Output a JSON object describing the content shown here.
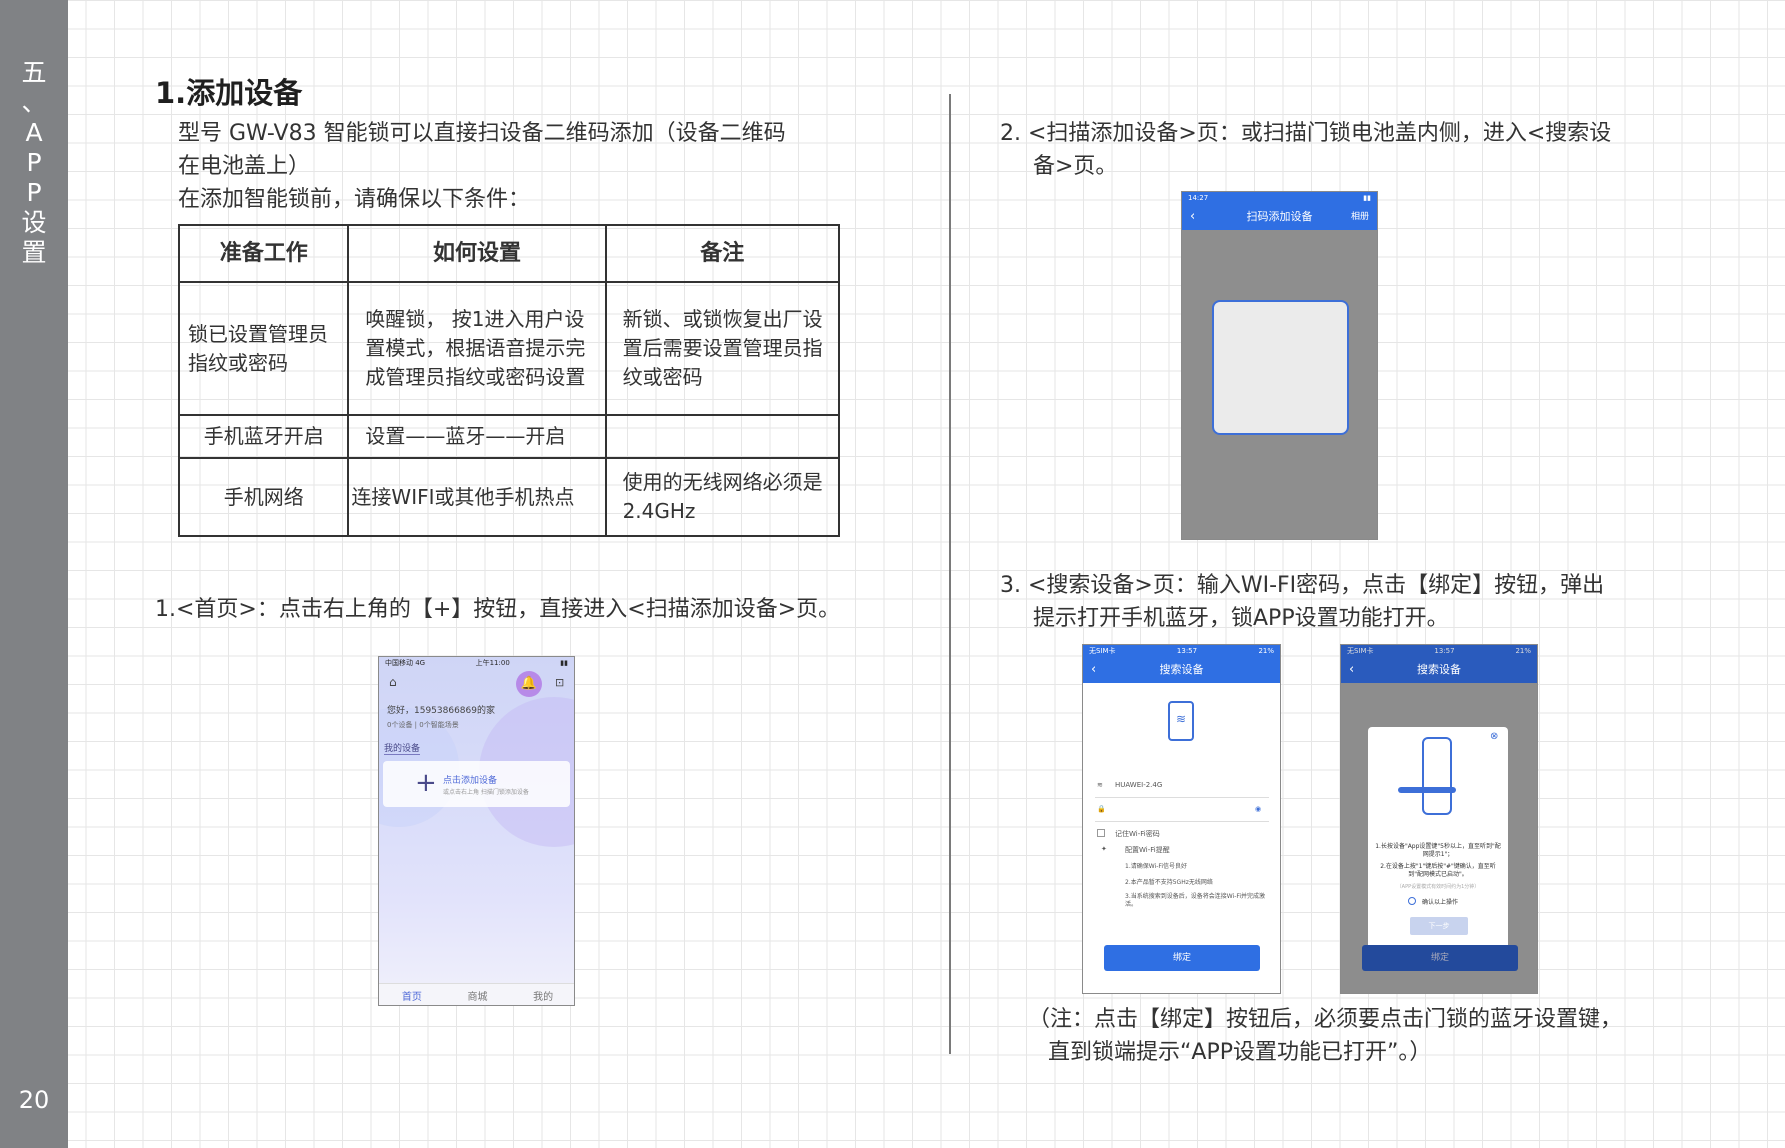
{
  "sidebar": {
    "chapter": [
      "五",
      "、",
      "A",
      "P",
      "P",
      "设",
      "置"
    ],
    "page_number": "20"
  },
  "left": {
    "section_title": "1.添加设备",
    "intro_line1": "型号 GW-V83 智能锁可以直接扫设备二维码添加（设备二维码",
    "intro_line2": "在电池盖上）",
    "intro_line3": "在添加智能锁前，请确保以下条件：",
    "table": {
      "headers": [
        "准备工作",
        "如何设置",
        "备注"
      ],
      "rows": [
        {
          "prep": "锁已设置管理员指纹或密码",
          "how": "唤醒锁， 按1进入用户设置模式，根据语音提示完成管理员指纹或密码设置",
          "note": "新锁、或锁恢复出厂设置后需要设置管理员指纹或密码"
        },
        {
          "prep": "手机蓝牙开启",
          "how": "设置——蓝牙——开启",
          "note": ""
        },
        {
          "prep": "手机网络",
          "how": "连接WIFI或其他手机热点",
          "note": "使用的无线网络必须是2.4GHz"
        }
      ]
    },
    "step1": "1.<首页>：点击右上角的【+】按钮，直接进入<扫描添加设备>页。"
  },
  "home_phone": {
    "status_left": "中国移动 4G",
    "status_center": "上午11:00",
    "greeting": "您好，15953866869的家",
    "stats": "0个设备  |  0个智能场景",
    "my_devices": "我的设备",
    "add_label": "点击添加设备",
    "add_sub": "或点击右上角 扫描门锁添加设备",
    "tabs": [
      "首页",
      "商城",
      "我的"
    ]
  },
  "right": {
    "step2_line1": "2. <扫描添加设备>页：或扫描门锁电池盖内侧，进入<搜索设",
    "step2_line2": "备>页。",
    "step3_line1": "3. <搜索设备>页：输入WI-FI密码，点击【绑定】按钮，弹出",
    "step3_line2": "提示打开手机蓝牙，锁APP设置功能打开。",
    "note_line1": "（注：点击【绑定】按钮后，必须要点击门锁的蓝牙设置键，",
    "note_line2": "直到锁端提示“APP设置功能已打开”。）"
  },
  "scan_phone": {
    "time": "14:27",
    "title": "扫码添加设备",
    "album": "相册"
  },
  "search_phone": {
    "status_left": "无SIM卡",
    "time": "13:57",
    "battery": "21%",
    "title": "搜索设备",
    "wifi_name": "HUAWEI-2.4G",
    "remember": "记住Wi-Fi密码",
    "tips_title": "配置Wi-Fi提醒",
    "tip1": "1.请确保Wi-Fi信号良好",
    "tip2": "2.本产品暂不支持5GHz无线网络",
    "tip3": "3.当系统搜索到设备后，设备将会连接Wi-Fi并完成激活。",
    "bind_button": "绑定"
  },
  "modal": {
    "line1": "1.长按设备\"App设置键\"5秒以上，直至听到\"配网提示1\"；",
    "line2": "2.在设备上按\"1\"键后按\"#\"键确认，直至听到\"配网模式已启动\"。",
    "gray_note": "（APP设置模式有效时间约为1分钟）",
    "confirm": "确认以上操作",
    "next": "下一步"
  }
}
